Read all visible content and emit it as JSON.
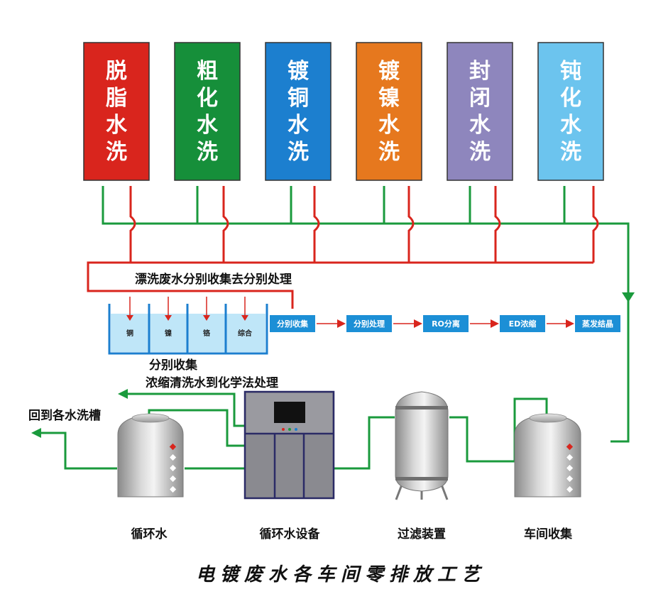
{
  "tanks": [
    {
      "label": "脱脂水洗",
      "color": "#d9251d"
    },
    {
      "label": "粗化水洗",
      "color": "#168f3a"
    },
    {
      "label": "镀铜水洗",
      "color": "#1c7fcf"
    },
    {
      "label": "镀镍水洗",
      "color": "#e6781e"
    },
    {
      "label": "封闭水洗",
      "color": "#8e86bd"
    },
    {
      "label": "钝化水洗",
      "color": "#6cc4ee"
    }
  ],
  "rinse_collect_label": "漂洗废水分别收集去分别处理",
  "compartments": [
    "铜",
    "镍",
    "铬",
    "综合"
  ],
  "separate_collect_label": "分别收集",
  "process_steps": [
    "分别收集",
    "分别处理",
    "RO分离",
    "ED浓缩",
    "蒸发结晶"
  ],
  "concentrate_label": "浓缩清洗水到化学法处理",
  "return_label": "回到各水洗槽",
  "equipment_labels": [
    "循环水",
    "循环水设备",
    "过滤装置",
    "车间收集"
  ],
  "caption": "电镀废水各车间零排放工艺",
  "colors": {
    "green_pipe": "#1a9a3c",
    "red_pipe": "#d9251d",
    "step_box": "#1c8fd6",
    "basin_water": "#bfe6f8",
    "basin_border": "#1c7fcf"
  }
}
